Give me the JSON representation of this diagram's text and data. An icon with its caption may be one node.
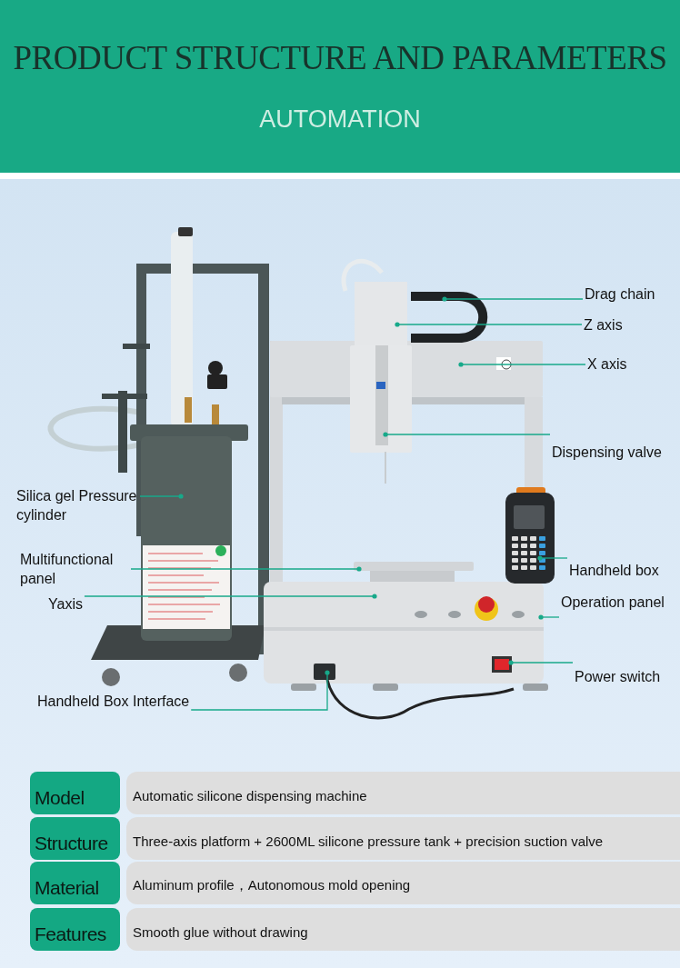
{
  "diagram": {
    "title": "PRODUCT STRUCTURE AND PARAMETERS",
    "nodes": [
      {
        "text": [
          "Drag chain"
        ]
      },
      {
        "text": [
          "Z axis"
        ]
      },
      {
        "text": [
          "X axis"
        ]
      },
      {
        "text": [
          "Dispensing valve"
        ]
      },
      {
        "text": [
          "Silica gel Pressure cylinder"
        ]
      },
      {
        "text": [
          "Multifunctional panel"
        ]
      },
      {
        "text": [
          "Handheld box"
        ]
      },
      {
        "text": [
          "Yaxis"
        ]
      },
      {
        "text": [
          "Operation panel"
        ]
      },
      {
        "text": [
          "Power switch"
        ]
      },
      {
        "text": [
          "Handheld Box Interface"
        ]
      },
      {
        "text": [
          "Model"
        ]
      },
      {
        "text": [
          "Automatic silicone dispensing machine"
        ]
      },
      {
        "text": [
          "Structure"
        ]
      },
      {
        "text": [
          "Three-axis platform + 2600ML silicone pressure tank + precision suction valve"
        ]
      },
      {
        "text": [
          "Material"
        ]
      },
      {
        "text": [
          "Aluminum profile，Autonomous mold opening"
        ]
      },
      {
        "text": [
          "Features"
        ]
      },
      {
        "text": [
          "Smooth glue without drawing"
        ]
      }
    ],
    "edges": [
      {
        "from": 0,
        "to": null,
        "arrow": "other"
      },
      {
        "from": 1,
        "to": null,
        "arrow": "other"
      },
      {
        "from": 2,
        "to": null,
        "arrow": "other"
      },
      {
        "from": 3,
        "to": null,
        "arrow": "other"
      },
      {
        "from": 4,
        "to": null,
        "arrow": "other"
      },
      {
        "from": 5,
        "to": null,
        "arrow": "other"
      },
      {
        "from": 6,
        "to": null,
        "arrow": "other"
      },
      {
        "from": 7,
        "to": null,
        "arrow": "other"
      },
      {
        "from": 8,
        "to": null,
        "arrow": "other"
      },
      {
        "from": 9,
        "to": null,
        "arrow": "other"
      },
      {
        "from": 10,
        "to": null,
        "arrow": "other"
      }
    ],
    "labels": [
      "AUTOMATION"
    ]
  }
}
